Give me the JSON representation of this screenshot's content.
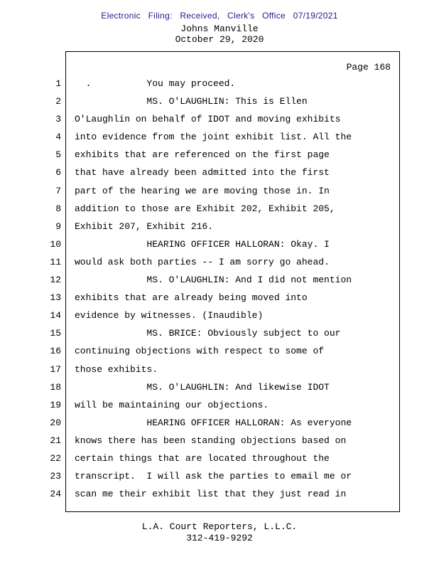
{
  "stamp": {
    "text": "Electronic Filing: Received, Clerk's Office 07/19/2021",
    "color": "#1b1b8f"
  },
  "header": {
    "title": "Johns Manville",
    "date": "October 29, 2020"
  },
  "page": {
    "label": "Page 168"
  },
  "transcript": {
    "lines": [
      {
        "num": "1",
        "text": "  .          You may proceed."
      },
      {
        "num": "2",
        "text": "             MS. O'LAUGHLIN: This is Ellen"
      },
      {
        "num": "3",
        "text": "O'Laughlin on behalf of IDOT and moving exhibits"
      },
      {
        "num": "4",
        "text": "into evidence from the joint exhibit list. All the"
      },
      {
        "num": "5",
        "text": "exhibits that are referenced on the first page"
      },
      {
        "num": "6",
        "text": "that have already been admitted into the first"
      },
      {
        "num": "7",
        "text": "part of the hearing we are moving those in. In"
      },
      {
        "num": "8",
        "text": "addition to those are Exhibit 202, Exhibit 205,"
      },
      {
        "num": "9",
        "text": "Exhibit 207, Exhibit 216."
      },
      {
        "num": "10",
        "text": "             HEARING OFFICER HALLORAN: Okay. I"
      },
      {
        "num": "11",
        "text": "would ask both parties -- I am sorry go ahead."
      },
      {
        "num": "12",
        "text": "             MS. O'LAUGHLIN: And I did not mention"
      },
      {
        "num": "13",
        "text": "exhibits that are already being moved into"
      },
      {
        "num": "14",
        "text": "evidence by witnesses. (Inaudible)"
      },
      {
        "num": "15",
        "text": "             MS. BRICE: Obviously subject to our"
      },
      {
        "num": "16",
        "text": "continuing objections with respect to some of"
      },
      {
        "num": "17",
        "text": "those exhibits."
      },
      {
        "num": "18",
        "text": "             MS. O'LAUGHLIN: And likewise IDOT"
      },
      {
        "num": "19",
        "text": "will be maintaining our objections."
      },
      {
        "num": "20",
        "text": "             HEARING OFFICER HALLORAN: As everyone"
      },
      {
        "num": "21",
        "text": "knows there has been standing objections based on"
      },
      {
        "num": "22",
        "text": "certain things that are located throughout the"
      },
      {
        "num": "23",
        "text": "transcript.  I will ask the parties to email me or"
      },
      {
        "num": "24",
        "text": "scan me their exhibit list that they just read in"
      }
    ]
  },
  "footer": {
    "company": "L.A. Court Reporters, L.L.C.",
    "phone": "312-419-9292"
  }
}
